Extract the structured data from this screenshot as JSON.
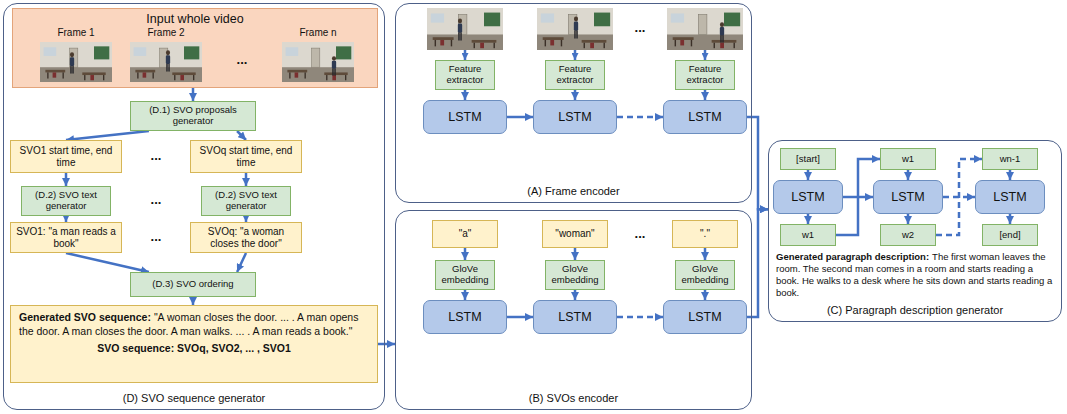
{
  "diagram": {
    "nodes": [
      {
        "text": [
          "(D) SVO sequence generator"
        ]
      },
      {
        "text": [
          "Input whole video"
        ],
        "in": 0
      },
      {
        "text": [
          "(D.1) SVO proposals generator"
        ],
        "in": 0
      },
      {
        "text": [
          "SVO1 start time, end time"
        ],
        "in": 0
      },
      {
        "text": [
          "SVOq start time, end time"
        ],
        "in": 0
      },
      {
        "text": [
          "(D.2) SVO text generator"
        ],
        "in": 0
      },
      {
        "text": [
          "(D.2) SVO text generator"
        ],
        "in": 0
      },
      {
        "text": [
          "SVO1: \"a man reads a book\""
        ],
        "in": 0
      },
      {
        "text": [
          "SVOq: \"a woman closes the door\""
        ],
        "in": 0
      },
      {
        "text": [
          "(D.3) SVO ordering"
        ],
        "in": 0
      },
      {
        "text": [
          "Generated SVO sequence:",
          "\"A woman closes the door. ... . A man opens the door. A man closes the door. A man walks. ... . A man reads a book.\"",
          "SVO sequence: SVOq, SVO2, ... , SVO1"
        ],
        "in": 0
      },
      {
        "text": [
          "(A) Frame encoder"
        ]
      },
      {
        "text": [
          "Feature extractor"
        ],
        "in": 11
      },
      {
        "text": [
          "Feature extractor"
        ],
        "in": 11
      },
      {
        "text": [
          "Feature extractor"
        ],
        "in": 11
      },
      {
        "text": [
          "LSTM"
        ],
        "in": 11
      },
      {
        "text": [
          "LSTM"
        ],
        "in": 11
      },
      {
        "text": [
          "LSTM"
        ],
        "in": 11
      },
      {
        "text": [
          "(B) SVOs encoder"
        ]
      },
      {
        "text": [
          "\"a\""
        ],
        "in": 18
      },
      {
        "text": [
          "\"woman\""
        ],
        "in": 18
      },
      {
        "text": [
          "\".\""
        ],
        "in": 18
      },
      {
        "text": [
          "GloVe embedding"
        ],
        "in": 18
      },
      {
        "text": [
          "GloVe embedding"
        ],
        "in": 18
      },
      {
        "text": [
          "GloVe embedding"
        ],
        "in": 18
      },
      {
        "text": [
          "LSTM"
        ],
        "in": 18
      },
      {
        "text": [
          "LSTM"
        ],
        "in": 18
      },
      {
        "text": [
          "LSTM"
        ],
        "in": 18
      },
      {
        "text": [
          "(C) Paragraph description generator"
        ]
      },
      {
        "text": [
          "[start]"
        ],
        "in": 28
      },
      {
        "text": [
          "w1"
        ],
        "in": 28
      },
      {
        "text": [
          "wn-1"
        ],
        "in": 28
      },
      {
        "text": [
          "LSTM"
        ],
        "in": 28
      },
      {
        "text": [
          "LSTM"
        ],
        "in": 28
      },
      {
        "text": [
          "LSTM"
        ],
        "in": 28
      },
      {
        "text": [
          "w1"
        ],
        "in": 28
      },
      {
        "text": [
          "w2"
        ],
        "in": 28
      },
      {
        "text": [
          "[end]"
        ],
        "in": 28
      }
    ],
    "edges": [
      {
        "from": 1,
        "to": 2,
        "arrow": "to"
      },
      {
        "from": 2,
        "to": 3,
        "arrow": "to"
      },
      {
        "from": 2,
        "to": 4,
        "arrow": "to"
      },
      {
        "from": 3,
        "to": 5,
        "arrow": "to"
      },
      {
        "from": 4,
        "to": 6,
        "arrow": "to"
      },
      {
        "from": 5,
        "to": 7,
        "arrow": "to"
      },
      {
        "from": 6,
        "to": 8,
        "arrow": "to"
      },
      {
        "from": 7,
        "to": 9,
        "arrow": "to"
      },
      {
        "from": 8,
        "to": 9,
        "arrow": "to"
      },
      {
        "from": 9,
        "to": 10,
        "arrow": "to"
      },
      {
        "from": 10,
        "to": 18,
        "arrow": "to"
      },
      {
        "from": 12,
        "to": 15,
        "arrow": "to"
      },
      {
        "from": 13,
        "to": 16,
        "arrow": "to"
      },
      {
        "from": 14,
        "to": 17,
        "arrow": "to"
      },
      {
        "from": 15,
        "to": 16,
        "arrow": "to"
      },
      {
        "from": 16,
        "to": 17,
        "arrow": "to"
      },
      {
        "from": 19,
        "to": 22,
        "arrow": "to"
      },
      {
        "from": 20,
        "to": 23,
        "arrow": "to"
      },
      {
        "from": 21,
        "to": 24,
        "arrow": "to"
      },
      {
        "from": 22,
        "to": 25,
        "arrow": "to"
      },
      {
        "from": 23,
        "to": 26,
        "arrow": "to"
      },
      {
        "from": 24,
        "to": 27,
        "arrow": "to"
      },
      {
        "from": 25,
        "to": 26,
        "arrow": "to"
      },
      {
        "from": 26,
        "to": 27,
        "arrow": "to"
      },
      {
        "from": 17,
        "to": 28,
        "arrow": "to"
      },
      {
        "from": 27,
        "to": 28,
        "arrow": "to"
      },
      {
        "from": 29,
        "to": 32,
        "arrow": "to"
      },
      {
        "from": 30,
        "to": 33,
        "arrow": "to"
      },
      {
        "from": 31,
        "to": 34,
        "arrow": "to"
      },
      {
        "from": 32,
        "to": 33,
        "arrow": "to"
      },
      {
        "from": 33,
        "to": 34,
        "arrow": "to"
      },
      {
        "from": 32,
        "to": 35,
        "arrow": "to"
      },
      {
        "from": 33,
        "to": 36,
        "arrow": "to"
      },
      {
        "from": 34,
        "to": 37,
        "arrow": "to"
      },
      {
        "from": 35,
        "to": 30,
        "arrow": "to"
      },
      {
        "from": 36,
        "to": 31,
        "arrow": "to"
      }
    ],
    "labels": [
      "Frame 1",
      "Frame 2",
      "...",
      "Frame n",
      "...",
      "...",
      "...",
      "...",
      "...",
      "Generated paragraph description:",
      "The first woman leaves the room. The second man comes in a room and starts reading a book. He walks to a desk where he sits down and starts reading a book."
    ]
  }
}
